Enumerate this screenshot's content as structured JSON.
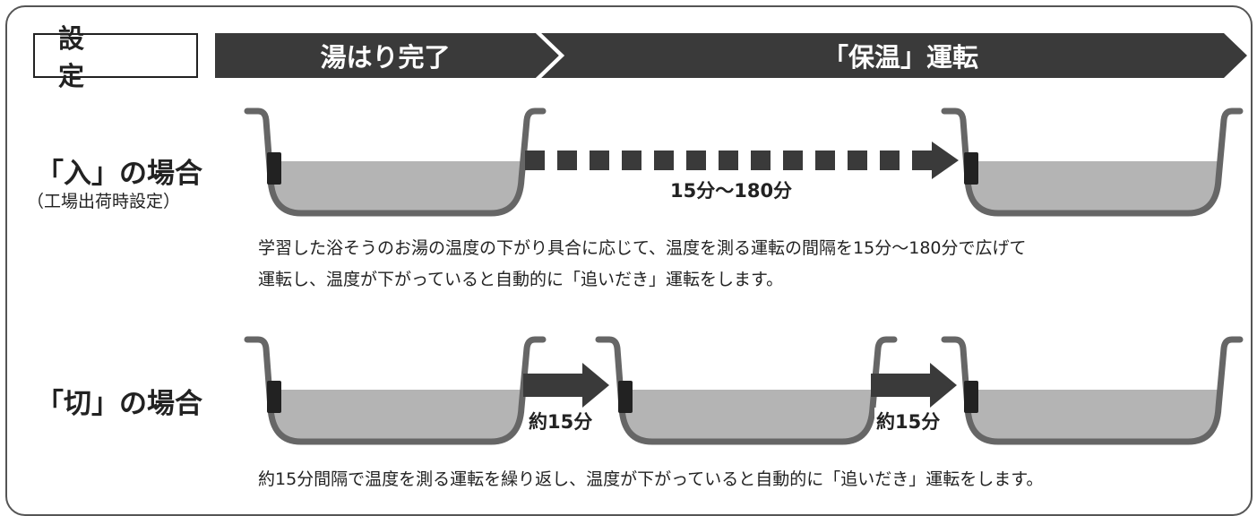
{
  "header": {
    "setting_label": "設　定",
    "stage1_label": "湯はり完了",
    "stage2_label": "「保温」運転"
  },
  "case_on": {
    "title": "「入」の場合",
    "subtitle": "（工場出荷時設定）",
    "interval_label": "15分〜180分",
    "description_line1": "学習した浴そうのお湯の温度の下がり具合に応じて、温度を測る運転の間隔を15分〜180分で広げて",
    "description_line2": "運転し、温度が下がっていると自動的に「追いだき」運転をします。"
  },
  "case_off": {
    "title": "「切」の場合",
    "interval1_label": "約15分",
    "interval2_label": "約15分",
    "description": "約15分間隔で温度を測る運転を繰り返し、温度が下がっていると自動的に「追いだき」運転をします。"
  },
  "colors": {
    "banner": "#3a3a3a",
    "tub_outline": "#666666",
    "water": "#b4b4b4",
    "arrow": "#3a3a3a",
    "heater": "#222222"
  },
  "icons": [
    "bathtub-icon",
    "heater-block-icon",
    "arrow-right-icon",
    "dotted-arrow-icon"
  ]
}
